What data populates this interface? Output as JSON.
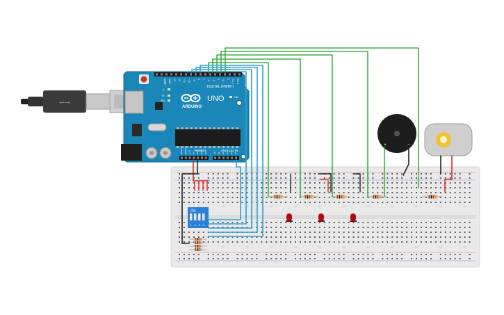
{
  "board": {
    "brand": "ARDUINO",
    "model": "UNO",
    "digital_label": "DIGITAL (PWM~)",
    "power_label": "POWER",
    "analog_label": "ANALOG IN",
    "aref_label": "AREF",
    "gnd_label": "GND",
    "tx_label": "TX",
    "rx_label": "RX",
    "on_label": "ON",
    "l_label": "L",
    "digital_pins": [
      "13",
      "12",
      "~11",
      "~10",
      "~9",
      "8",
      "7",
      "~6",
      "~5",
      "4",
      "~3",
      "2",
      "TX 1",
      "RX 0"
    ],
    "power_pins": [
      "IOREF",
      "RESET",
      "3.3V",
      "5V",
      "GND",
      "GND",
      "Vin"
    ],
    "analog_pins": [
      "A0",
      "A1",
      "A2",
      "A3",
      "A4",
      "A5"
    ]
  },
  "dip_switch": {
    "label": "ON",
    "numbers": [
      "1",
      "2",
      "3",
      "4"
    ]
  },
  "breadboard": {
    "column_numbers": [
      "1",
      "5",
      "10",
      "15",
      "20",
      "25",
      "30",
      "35",
      "40",
      "45",
      "50",
      "55",
      "60"
    ]
  },
  "buzzer": {
    "plus_label": "+",
    "minus_label": "−"
  },
  "colors": {
    "board_blue": "#1b87b8",
    "wire_green": "#3cb043",
    "wire_blue": "#2a9fd6",
    "wire_red": "#d82a2a",
    "wire_black": "#222222",
    "led_red": "#a80e0e",
    "breadboard": "#e9e9e9"
  },
  "icons": [
    "usb-cable",
    "reset-button",
    "dc-barrel-jack",
    "capacitor",
    "microcontroller-chip",
    "dc-motor",
    "piezo-buzzer",
    "led",
    "resistor",
    "dip-switch"
  ]
}
